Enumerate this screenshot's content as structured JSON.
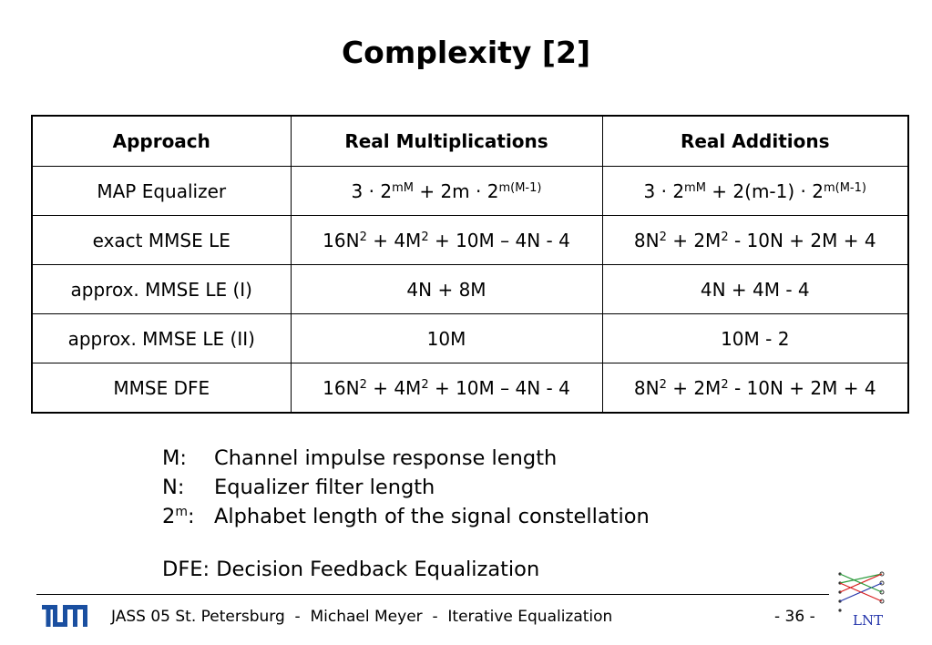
{
  "title": "Complexity [2]",
  "table": {
    "headers": [
      "Approach",
      "Real Multiplications",
      "Real Additions"
    ],
    "rows": [
      {
        "approach": "MAP Equalizer",
        "mult": [
          {
            "t": "3 · 2"
          },
          {
            "s": "mM"
          },
          {
            "t": " + 2m · 2"
          },
          {
            "s": "m(M-1)"
          }
        ],
        "add": [
          {
            "t": "3 · 2"
          },
          {
            "s": "mM"
          },
          {
            "t": " + 2(m-1) · 2"
          },
          {
            "s": "m(M-1)"
          }
        ]
      },
      {
        "approach": "exact MMSE LE",
        "mult": [
          {
            "t": "16N"
          },
          {
            "s": "2"
          },
          {
            "t": " + 4M"
          },
          {
            "s": "2"
          },
          {
            "t": " + 10M – 4N - 4"
          }
        ],
        "add": [
          {
            "t": "8N"
          },
          {
            "s": "2"
          },
          {
            "t": " + 2M"
          },
          {
            "s": "2"
          },
          {
            "t": " - 10N + 2M + 4"
          }
        ]
      },
      {
        "approach": "approx. MMSE LE (I)",
        "mult": [
          {
            "t": "4N + 8M"
          }
        ],
        "add": [
          {
            "t": "4N + 4M - 4"
          }
        ]
      },
      {
        "approach": "approx. MMSE LE (II)",
        "mult": [
          {
            "t": "10M"
          }
        ],
        "add": [
          {
            "t": "10M - 2"
          }
        ]
      },
      {
        "approach": "MMSE DFE",
        "mult": [
          {
            "t": "16N"
          },
          {
            "s": "2"
          },
          {
            "t": " + 4M"
          },
          {
            "s": "2"
          },
          {
            "t": " + 10M – 4N - 4"
          }
        ],
        "add": [
          {
            "t": "8N"
          },
          {
            "s": "2"
          },
          {
            "t": " + 2M"
          },
          {
            "s": "2"
          },
          {
            "t": " - 10N + 2M + 4"
          }
        ]
      }
    ]
  },
  "legend": [
    {
      "key": "M:",
      "desc": "Channel impulse response length"
    },
    {
      "key": "N:",
      "desc": "Equalizer filter length"
    },
    {
      "key_base": "2",
      "key_sup": "m",
      "key_suffix": ":",
      "desc": "Alphabet length of the signal constellation"
    }
  ],
  "dfe_note": "DFE: Decision Feedback Equalization",
  "footer": {
    "text": "JASS 05 St. Petersburg  -  Michael Meyer  -  Iterative Equalization",
    "page": "- 36 -",
    "logo_left": "tum-logo",
    "logo_right_text": "LNT",
    "colors": {
      "tum_blue": "#1a4fa0",
      "lnt_red": "#d81e1e",
      "lnt_green": "#2a9a3a",
      "lnt_blue": "#2233aa"
    }
  }
}
